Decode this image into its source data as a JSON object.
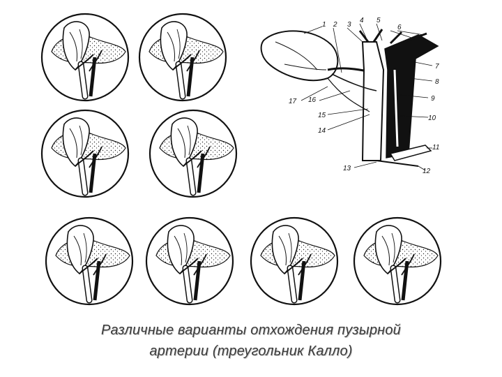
{
  "figure": {
    "caption_line1": "Различные варианты отхождения пузырной",
    "caption_line2": "артерии (треугольник Калло)",
    "labels": [
      "1",
      "2",
      "3",
      "4",
      "5",
      "6",
      "7",
      "8",
      "9",
      "10",
      "11",
      "12",
      "13",
      "14",
      "15",
      "16",
      "17"
    ],
    "variant_count": 8,
    "ink_color": "#111111"
  }
}
